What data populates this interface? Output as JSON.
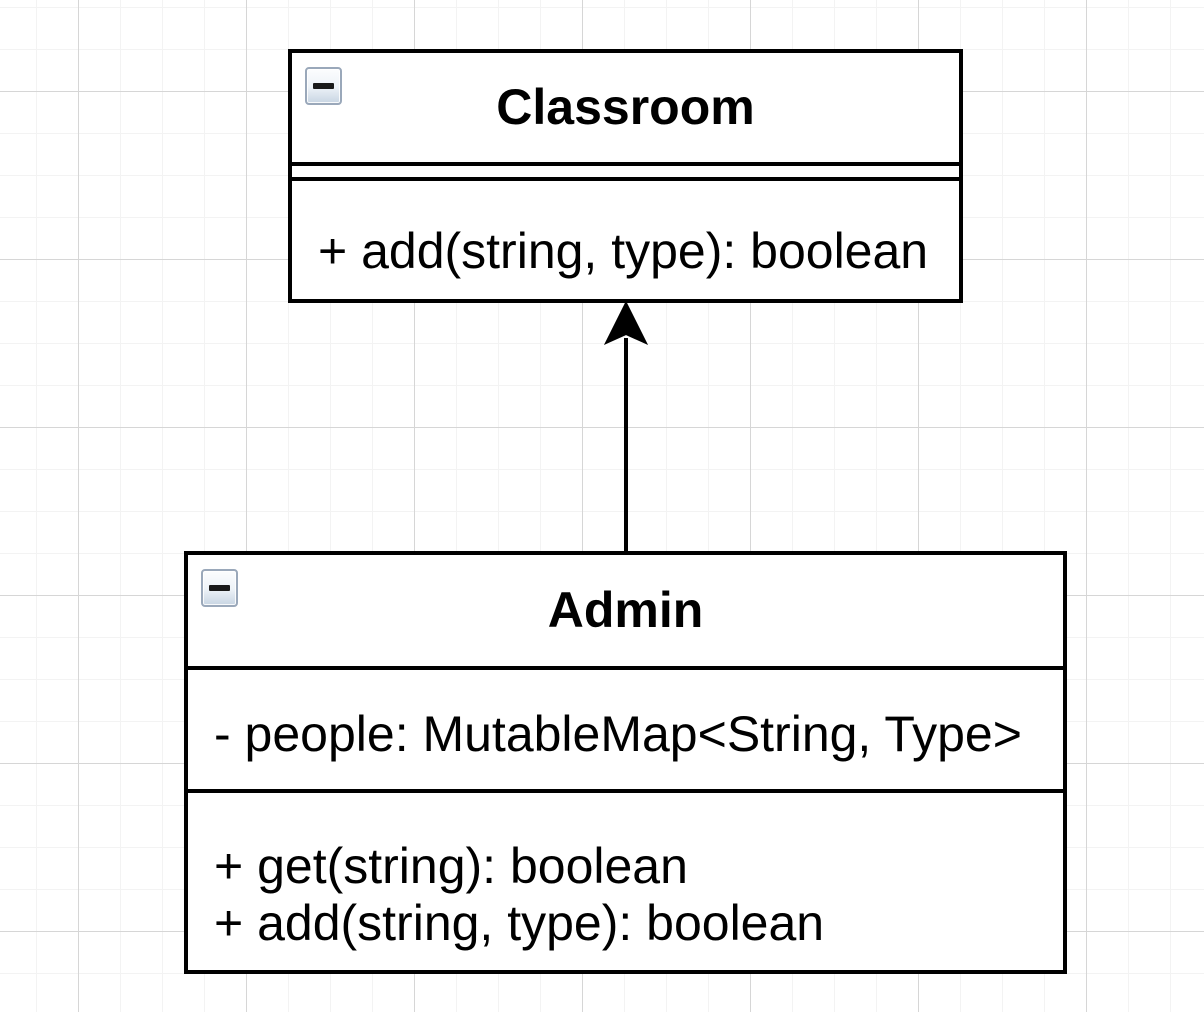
{
  "classes": [
    {
      "title": "Classroom",
      "attributes": [],
      "methods": [
        "+ add(string, type): boolean"
      ]
    },
    {
      "title": "Admin",
      "attributes": [
        "- people: MutableMap<String, Type>"
      ],
      "methods": [
        "+ get(string): boolean",
        "+ add(string, type): boolean"
      ]
    }
  ],
  "relation": {
    "from": "Admin",
    "to": "Classroom",
    "style": "solid-line-filled-arrowhead"
  },
  "icons": {
    "collapse": "minus-icon"
  },
  "colors": {
    "shape_stroke": "#000000",
    "shape_fill": "#ffffff",
    "text": "#000000",
    "canvas_bg": "#ffffff",
    "grid_minor": "#f3f3f3",
    "grid_major": "#d6d6d6",
    "collapse_icon_border": "#9aa8ba"
  }
}
